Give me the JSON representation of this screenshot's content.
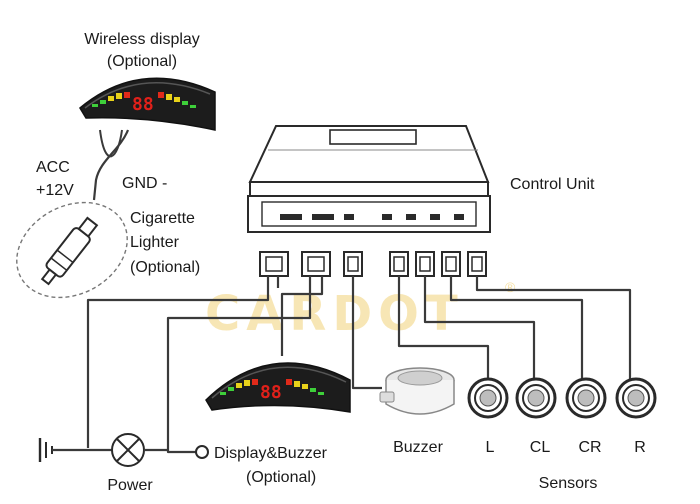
{
  "labels": {
    "wireless_display": "Wireless display",
    "wireless_optional": "(Optional)",
    "acc": "ACC",
    "plus12v": "+12V",
    "gnd": "GND -",
    "cig1": "Cigarette",
    "cig2": "Lighter",
    "cig3": "(Optional)",
    "control_unit": "Control Unit",
    "display_buzzer": "Display&Buzzer",
    "display_buzzer_optional": "(Optional)",
    "buzzer": "Buzzer",
    "sensor_l": "L",
    "sensor_cl": "CL",
    "sensor_cr": "CR",
    "sensor_r": "R",
    "sensors": "Sensors",
    "power": "Power",
    "display_digits": "88"
  },
  "watermark": "CARDOT",
  "colors": {
    "line": "#3a3a3a",
    "display_body": "#1c1c1c",
    "display_digits": "#e0201a",
    "bar_green": "#3ecf3a",
    "bar_yellow": "#e8d21a",
    "bar_red": "#e02a1a",
    "watermark": "#f2d27a"
  }
}
